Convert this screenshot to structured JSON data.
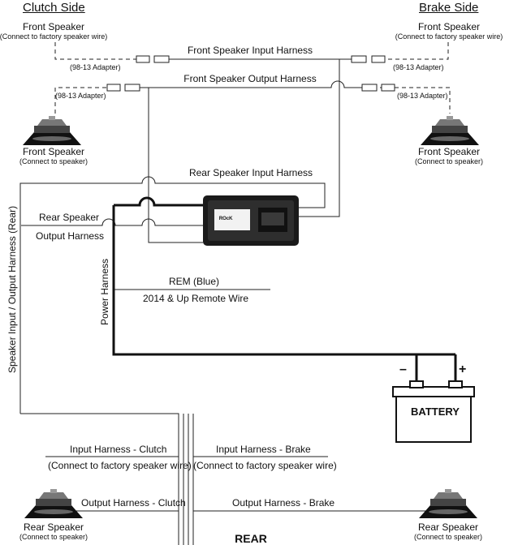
{
  "headers": {
    "clutch_side": "Clutch Side",
    "brake_side": "Brake Side",
    "rear": "REAR"
  },
  "front_left": {
    "input_title": "Front Speaker",
    "input_note": "(Connect to factory speaker wire)",
    "adapter_top": "(98-13 Adapter)",
    "adapter_bottom": "(98-13 Adapter)",
    "speaker_title": "Front Speaker",
    "speaker_note": "(Connect to speaker)"
  },
  "front_right": {
    "input_title": "Front Speaker",
    "input_note": "(Connect to factory speaker wire)",
    "adapter_top": "(98-13 Adapter)",
    "adapter_bottom": "(98-13 Adapter)",
    "speaker_title": "Front Speaker",
    "speaker_note": "(Connect to speaker)"
  },
  "harnesses": {
    "front_input": "Front Speaker Input Harness",
    "front_output": "Front Speaker Output Harness",
    "rear_input": "Rear Speaker Input Harness",
    "rear_output_line1": "Rear Speaker",
    "rear_output_line2": "Output Harness",
    "rear_vertical": "Speaker Input / Output Harness (Rear)",
    "power": "Power Harness",
    "rem": "REM (Blue)",
    "remote": "2014 & Up Remote Wire"
  },
  "amplifier": {
    "logo": "ᴿᴼᶜᴷ"
  },
  "battery": {
    "label": "BATTERY",
    "negative": "–",
    "positive": "+"
  },
  "rear_section": {
    "input_clutch": "Input Harness - Clutch",
    "input_clutch_note": "(Connect to factory speaker wire)",
    "input_brake": "Input Harness - Brake",
    "input_brake_note": "(Connect to factory speaker wire)",
    "output_clutch": "Output Harness - Clutch",
    "output_brake": "Output Harness - Brake",
    "speaker_left_title": "Rear Speaker",
    "speaker_left_note": "(Connect to speaker)",
    "speaker_right_title": "Rear Speaker",
    "speaker_right_note": "(Connect to speaker)"
  }
}
